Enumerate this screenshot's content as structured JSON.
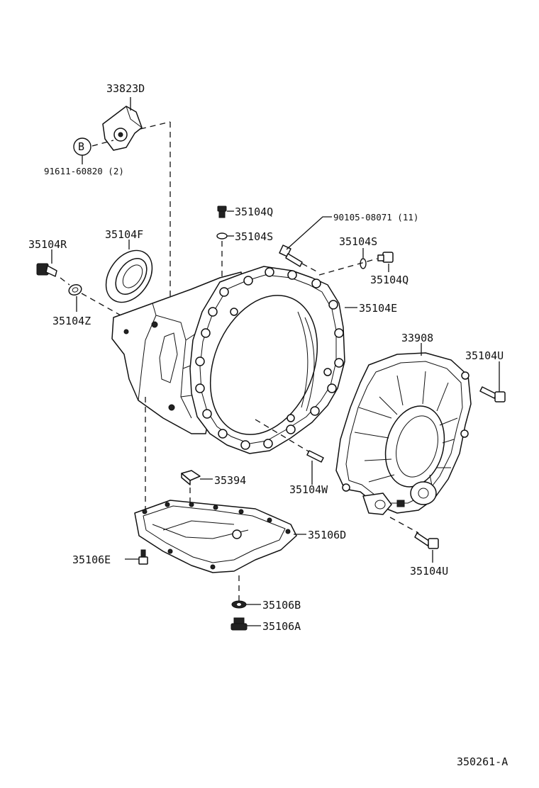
{
  "diagram": {
    "labels": {
      "p33823D": "33823D",
      "circle_b": "B",
      "p91611": "91611-60820 (2)",
      "p35104Q_top": "35104Q",
      "p35104S_top": "35104S",
      "p90105": "90105-08071 (11)",
      "p35104R": "35104R",
      "p35104F": "35104F",
      "p35104S_right": "35104S",
      "p35104Q_right": "35104Q",
      "p35104Z": "35104Z",
      "p35104E": "35104E",
      "p33908": "33908",
      "p35104U_top": "35104U",
      "p35394": "35394",
      "p35104W": "35104W",
      "p35106D": "35106D",
      "p35106E": "35106E",
      "p35104U_bottom": "35104U",
      "p35106B": "35106B",
      "p35106A": "35106A",
      "figure_code": "350261-A"
    }
  }
}
